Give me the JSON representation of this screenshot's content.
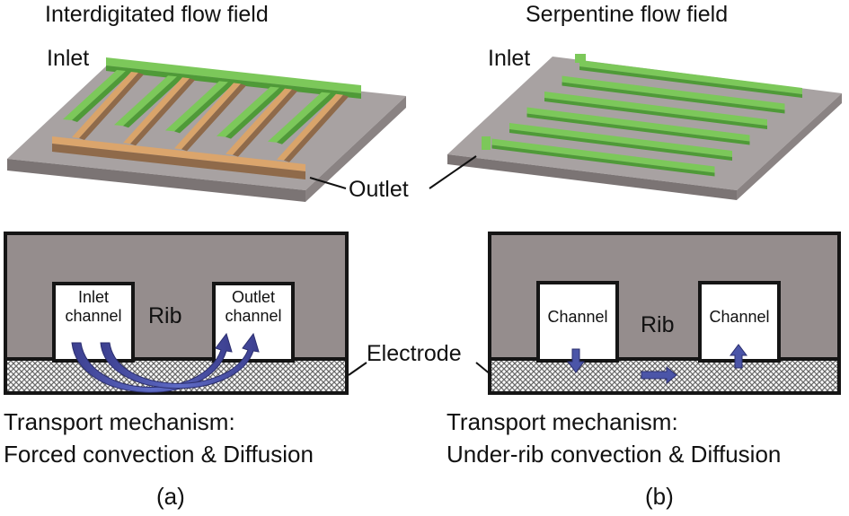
{
  "panels": [
    {
      "id": "a",
      "title": "Interdigitated flow field",
      "inlet_label": "Inlet",
      "outlet_label": "Outlet",
      "cross_section": {
        "left_channel": [
          "Inlet",
          "channel"
        ],
        "right_channel": [
          "Outlet",
          "channel"
        ],
        "rib_label": "Rib"
      },
      "mechanism_line1": "Transport mechanism:",
      "mechanism_line2": "Forced convection & Diffusion",
      "letter": "(a)"
    },
    {
      "id": "b",
      "title": "Serpentine flow field",
      "inlet_label": "Inlet",
      "cross_section": {
        "left_channel": [
          "Channel"
        ],
        "right_channel": [
          "Channel"
        ],
        "rib_label": "Rib"
      },
      "mechanism_line1": "Transport mechanism:",
      "mechanism_line2": "Under-rib convection & Diffusion",
      "letter": "(b)"
    }
  ],
  "shared": {
    "electrode_label": "Electrode"
  },
  "colors": {
    "plate": "#a29c9c",
    "plate_side": "#7d7676",
    "inlet_channel_green": "#7cc85a",
    "green_dark": "#4f9a38",
    "outlet_channel_orange": "#d9a46a",
    "orange_dark": "#8f6a4a",
    "block_gray": "#958d8d",
    "arrow_blue": "#4b55a8"
  }
}
